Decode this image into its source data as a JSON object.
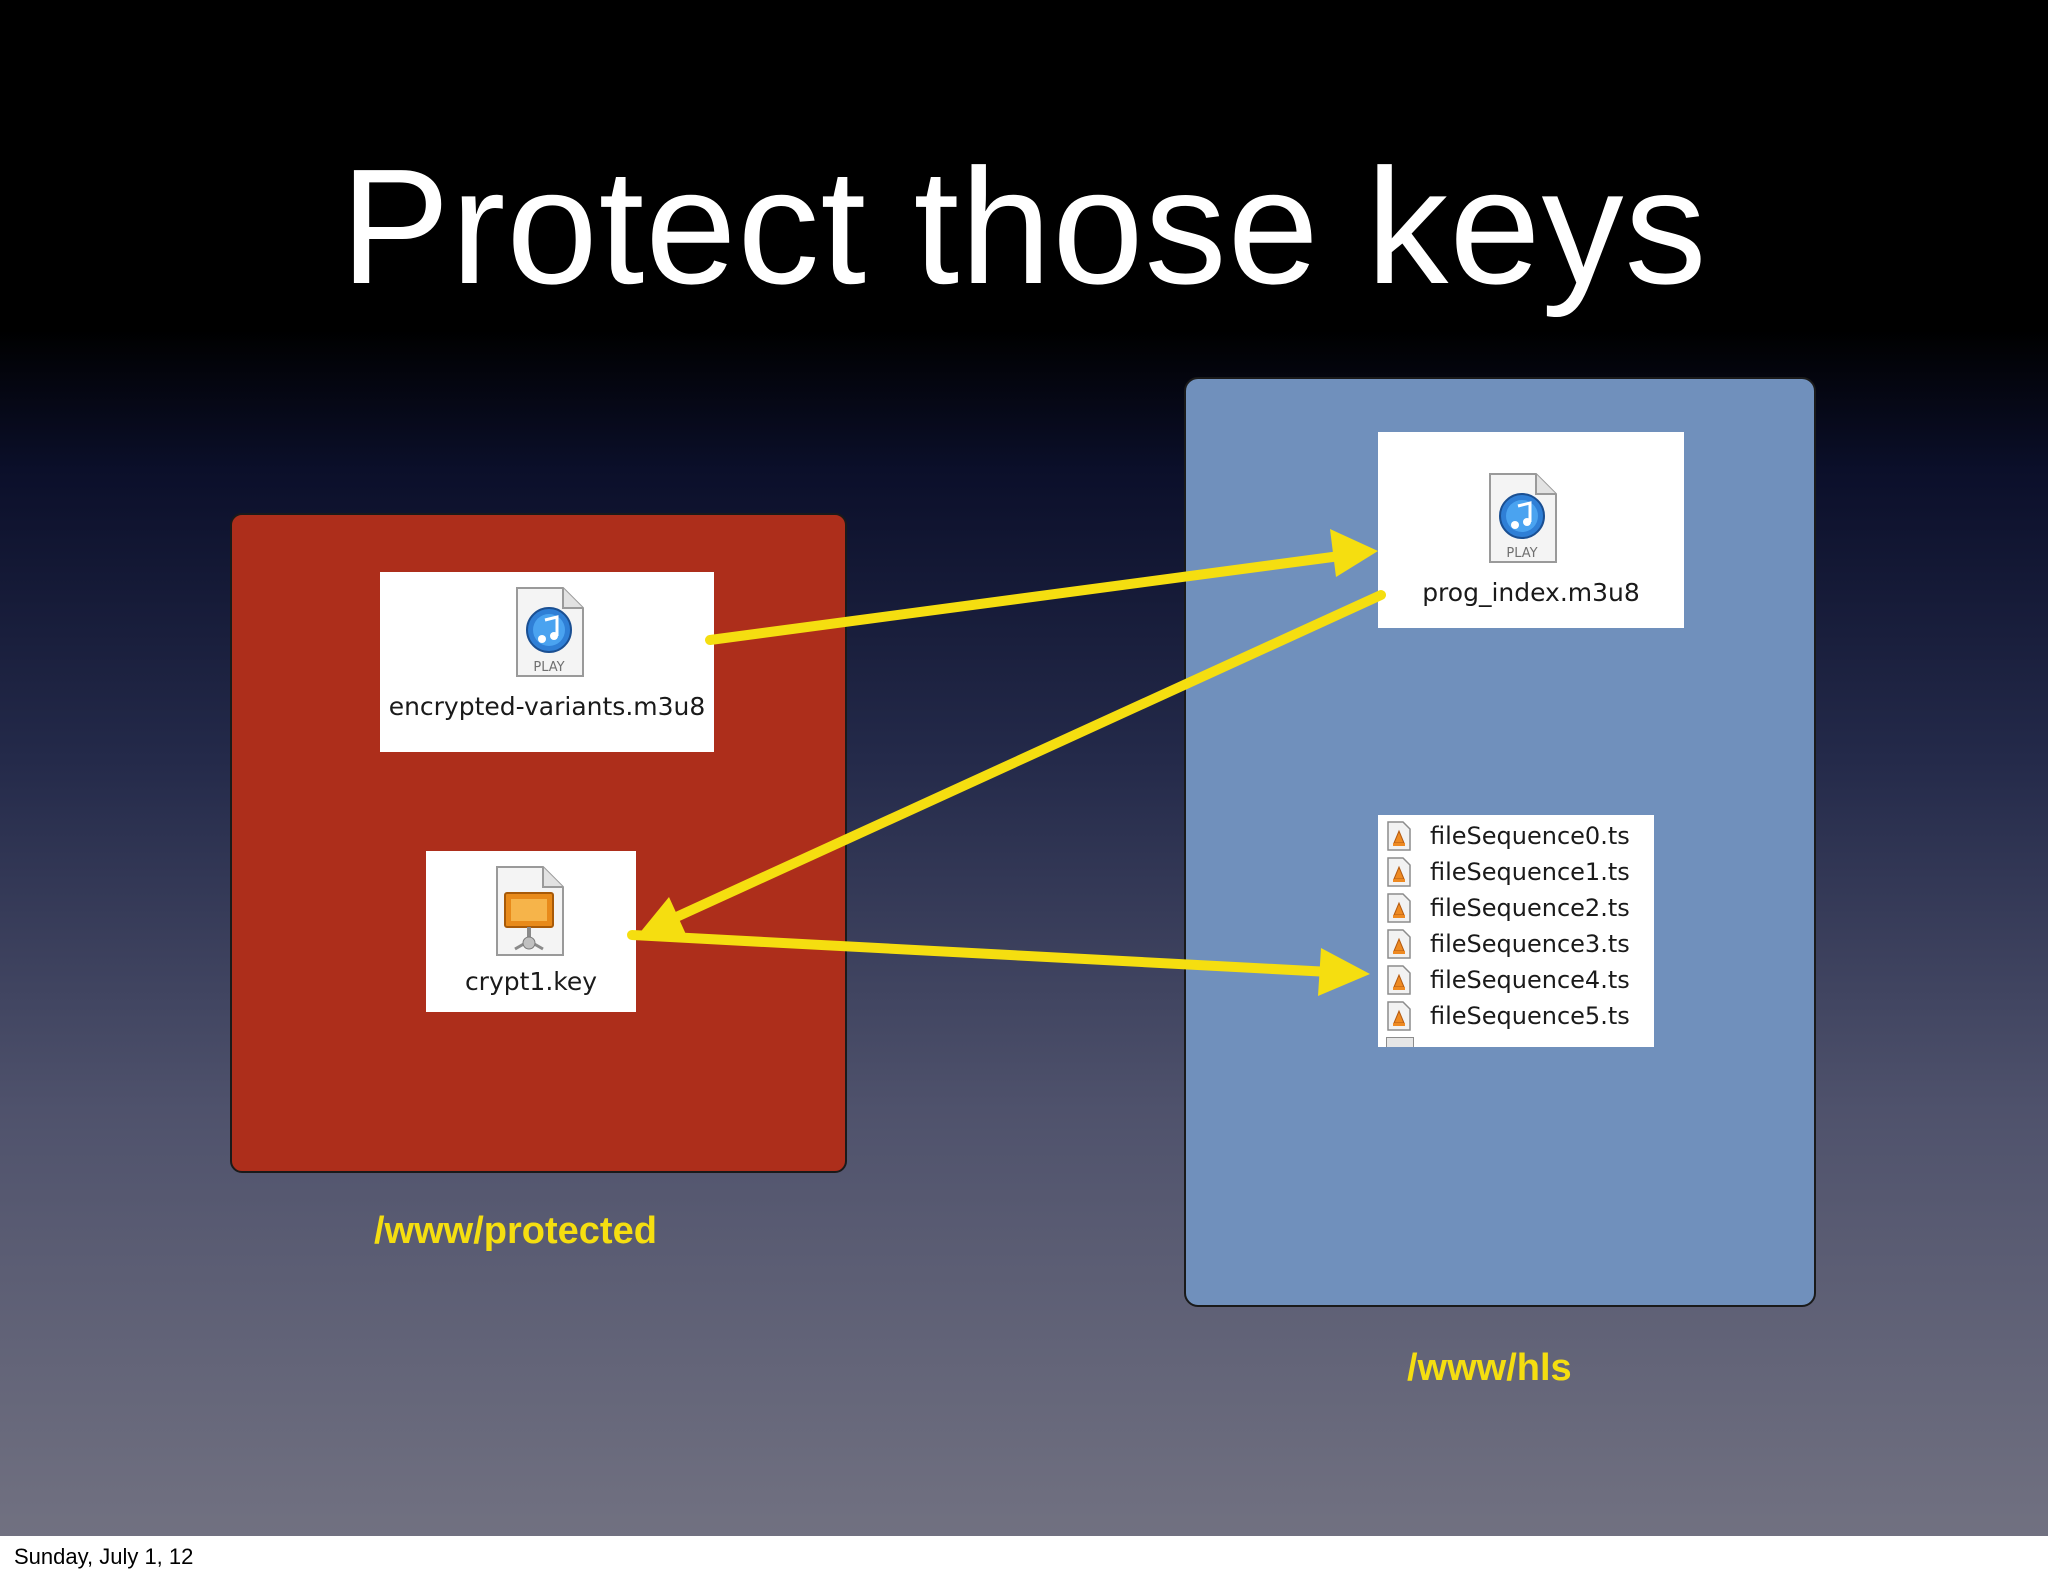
{
  "slide": {
    "title": "Protect those keys",
    "footer_date": "Sunday, July 1, 12"
  },
  "colors": {
    "protected_panel": "#ad2e1b",
    "hls_panel": "#7090bc",
    "arrow": "#f5de10",
    "label": "#f5de10"
  },
  "protected_folder": {
    "label": "/www/protected",
    "files": [
      {
        "name": "encrypted-variants.m3u8",
        "icon": "itunes-playlist-icon",
        "badge": "PLAY"
      },
      {
        "name": "crypt1.key",
        "icon": "keynote-file-icon"
      }
    ]
  },
  "hls_folder": {
    "label": "/www/hls",
    "playlist": {
      "name": "prog_index.m3u8",
      "icon": "itunes-playlist-icon",
      "badge": "PLAY"
    },
    "segments": [
      "fileSequence0.ts",
      "fileSequence1.ts",
      "fileSequence2.ts",
      "fileSequence3.ts",
      "fileSequence4.ts",
      "fileSequence5.ts"
    ]
  }
}
